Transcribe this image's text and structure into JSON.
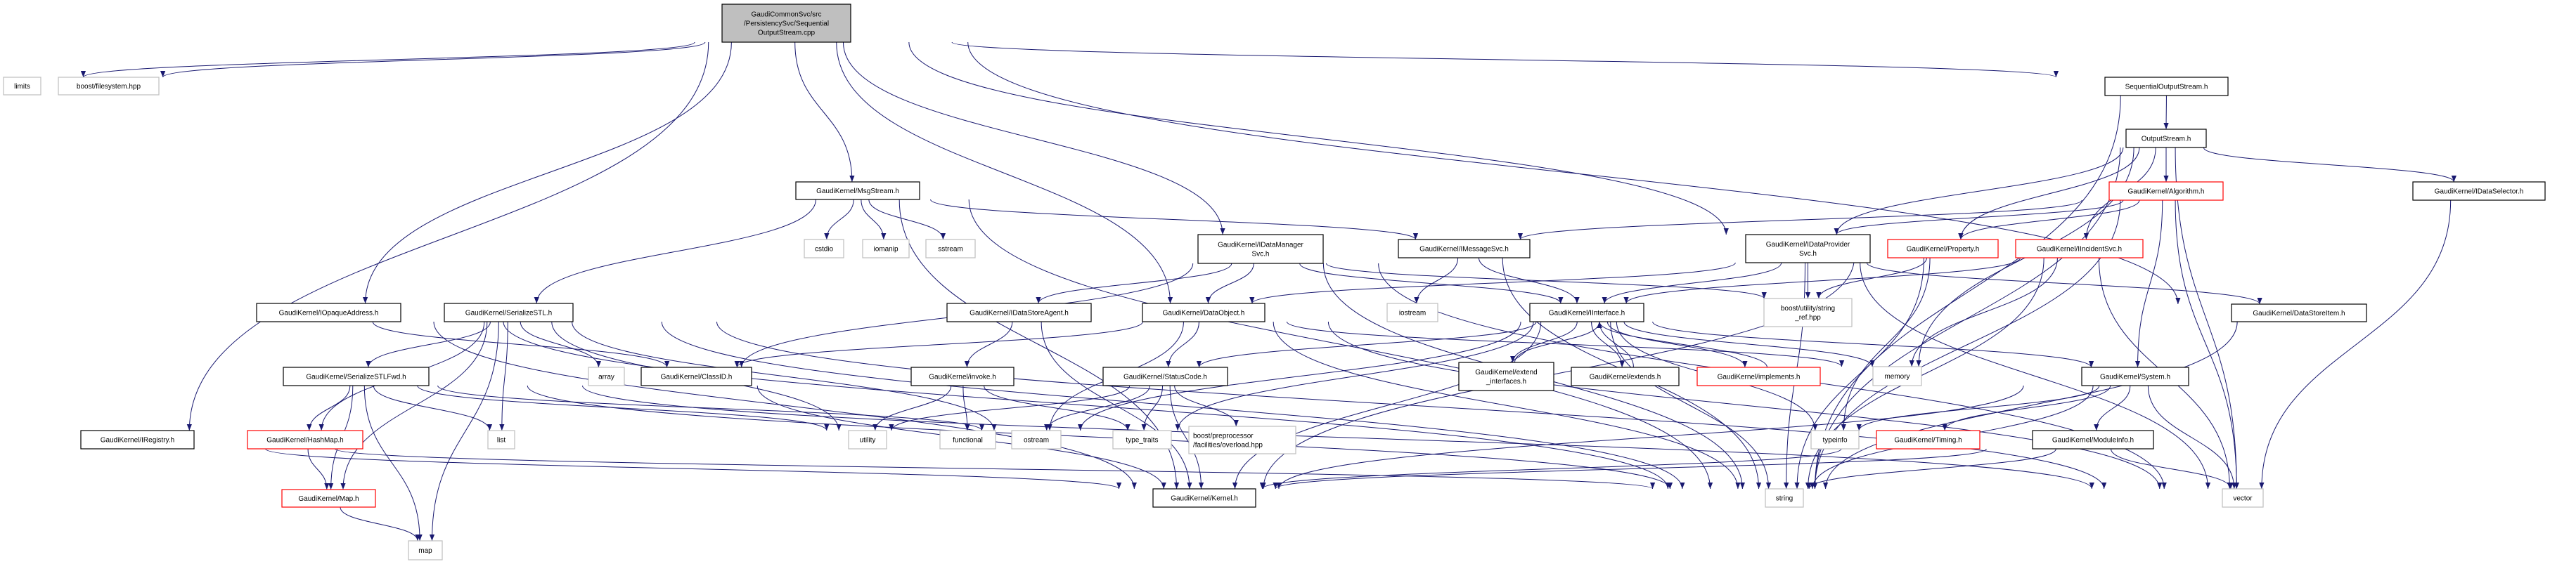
{
  "colors": {
    "edge": "#191970",
    "root_fill": "#bfbfbf",
    "documented_border": "#000000",
    "truncated_border": "#ff0000",
    "system_border": "#bfbfbf"
  },
  "nodes": [
    {
      "id": "root",
      "lines": [
        "GaudiCommonSvc/src",
        "/PersistencySvc/Sequential",
        "OutputStream.cpp"
      ],
      "style": "root"
    },
    {
      "id": "limits",
      "lines": [
        "limits"
      ],
      "style": "system"
    },
    {
      "id": "bfs",
      "lines": [
        "boost/filesystem.hpp"
      ],
      "style": "system"
    },
    {
      "id": "seqos",
      "lines": [
        "SequentialOutputStream.h"
      ],
      "style": "normal"
    },
    {
      "id": "os",
      "lines": [
        "OutputStream.h"
      ],
      "style": "normal"
    },
    {
      "id": "msgstream",
      "lines": [
        "GaudiKernel/MsgStream.h"
      ],
      "style": "normal"
    },
    {
      "id": "cstdio",
      "lines": [
        "cstdio"
      ],
      "style": "system"
    },
    {
      "id": "iomanip",
      "lines": [
        "iomanip"
      ],
      "style": "system"
    },
    {
      "id": "sstream",
      "lines": [
        "sstream"
      ],
      "style": "system"
    },
    {
      "id": "idms",
      "lines": [
        "GaudiKernel/IDataManager",
        "Svc.h"
      ],
      "style": "normal"
    },
    {
      "id": "imsg",
      "lines": [
        "GaudiKernel/IMessageSvc.h"
      ],
      "style": "normal"
    },
    {
      "id": "algorithm",
      "lines": [
        "GaudiKernel/Algorithm.h"
      ],
      "style": "red"
    },
    {
      "id": "idsel",
      "lines": [
        "GaudiKernel/IDataSelector.h"
      ],
      "style": "normal"
    },
    {
      "id": "idps",
      "lines": [
        "GaudiKernel/IDataProvider",
        "Svc.h"
      ],
      "style": "normal"
    },
    {
      "id": "property",
      "lines": [
        "GaudiKernel/Property.h"
      ],
      "style": "red"
    },
    {
      "id": "iincident",
      "lines": [
        "GaudiKernel/IIncidentSvc.h"
      ],
      "style": "red"
    },
    {
      "id": "iopaque",
      "lines": [
        "GaudiKernel/IOpaqueAddress.h"
      ],
      "style": "normal"
    },
    {
      "id": "sstl",
      "lines": [
        "GaudiKernel/SerializeSTL.h"
      ],
      "style": "normal"
    },
    {
      "id": "idsa",
      "lines": [
        "GaudiKernel/IDataStoreAgent.h"
      ],
      "style": "normal"
    },
    {
      "id": "dataobject",
      "lines": [
        "GaudiKernel/DataObject.h"
      ],
      "style": "normal"
    },
    {
      "id": "iostream",
      "lines": [
        "iostream"
      ],
      "style": "system"
    },
    {
      "id": "iinterface",
      "lines": [
        "GaudiKernel/IInterface.h"
      ],
      "style": "normal"
    },
    {
      "id": "stringref",
      "lines": [
        "boost/utility/string",
        "_ref.hpp"
      ],
      "style": "system"
    },
    {
      "id": "dsitem",
      "lines": [
        "GaudiKernel/DataStoreItem.h"
      ],
      "style": "normal"
    },
    {
      "id": "sstlfwd",
      "lines": [
        "GaudiKernel/SerializeSTLFwd.h"
      ],
      "style": "normal"
    },
    {
      "id": "array",
      "lines": [
        "array"
      ],
      "style": "system"
    },
    {
      "id": "classid",
      "lines": [
        "GaudiKernel/ClassID.h"
      ],
      "style": "normal"
    },
    {
      "id": "invoke",
      "lines": [
        "GaudiKernel/invoke.h"
      ],
      "style": "normal"
    },
    {
      "id": "statuscode",
      "lines": [
        "GaudiKernel/StatusCode.h"
      ],
      "style": "normal"
    },
    {
      "id": "extendif",
      "lines": [
        "GaudiKernel/extend",
        "_interfaces.h"
      ],
      "style": "normal"
    },
    {
      "id": "extends",
      "lines": [
        "GaudiKernel/extends.h"
      ],
      "style": "normal"
    },
    {
      "id": "implements",
      "lines": [
        "GaudiKernel/implements.h"
      ],
      "style": "red"
    },
    {
      "id": "memory",
      "lines": [
        "memory"
      ],
      "style": "system"
    },
    {
      "id": "system",
      "lines": [
        "GaudiKernel/System.h"
      ],
      "style": "normal"
    },
    {
      "id": "iregistry",
      "lines": [
        "GaudiKernel/IRegistry.h"
      ],
      "style": "normal"
    },
    {
      "id": "hashmap",
      "lines": [
        "GaudiKernel/HashMap.h"
      ],
      "style": "red"
    },
    {
      "id": "list",
      "lines": [
        "list"
      ],
      "style": "system"
    },
    {
      "id": "utility",
      "lines": [
        "utility"
      ],
      "style": "system"
    },
    {
      "id": "functional",
      "lines": [
        "functional"
      ],
      "style": "system"
    },
    {
      "id": "ostream",
      "lines": [
        "ostream"
      ],
      "style": "system"
    },
    {
      "id": "typetraits",
      "lines": [
        "type_traits"
      ],
      "style": "system"
    },
    {
      "id": "bpp",
      "lines": [
        "boost/preprocessor",
        "/facilities/overload.hpp"
      ],
      "style": "system"
    },
    {
      "id": "typeinfo",
      "lines": [
        "typeinfo"
      ],
      "style": "system"
    },
    {
      "id": "timing",
      "lines": [
        "GaudiKernel/Timing.h"
      ],
      "style": "red"
    },
    {
      "id": "moduleinfo",
      "lines": [
        "GaudiKernel/ModuleInfo.h"
      ],
      "style": "normal"
    },
    {
      "id": "mapg",
      "lines": [
        "GaudiKernel/Map.h"
      ],
      "style": "red"
    },
    {
      "id": "kernel",
      "lines": [
        "GaudiKernel/Kernel.h"
      ],
      "style": "normal"
    },
    {
      "id": "string",
      "lines": [
        "string"
      ],
      "style": "system"
    },
    {
      "id": "vector",
      "lines": [
        "vector"
      ],
      "style": "system"
    },
    {
      "id": "map",
      "lines": [
        "map"
      ],
      "style": "system"
    }
  ],
  "edges": [
    [
      "root",
      "limits"
    ],
    [
      "root",
      "bfs"
    ],
    [
      "root",
      "iregistry"
    ],
    [
      "root",
      "iopaque"
    ],
    [
      "root",
      "dataobject"
    ],
    [
      "root",
      "msgstream"
    ],
    [
      "root",
      "idms"
    ],
    [
      "root",
      "idps"
    ],
    [
      "root",
      "seqos"
    ],
    [
      "root",
      "dsitem"
    ],
    [
      "seqos",
      "os"
    ],
    [
      "seqos",
      "string"
    ],
    [
      "os",
      "algorithm"
    ],
    [
      "os",
      "property"
    ],
    [
      "os",
      "iincident"
    ],
    [
      "os",
      "idsel"
    ],
    [
      "os",
      "idps"
    ],
    [
      "os",
      "string"
    ],
    [
      "os",
      "vector"
    ],
    [
      "os",
      "memory"
    ],
    [
      "algorithm",
      "idps"
    ],
    [
      "algorithm",
      "imsg"
    ],
    [
      "algorithm",
      "property"
    ],
    [
      "algorithm",
      "system"
    ],
    [
      "algorithm",
      "string"
    ],
    [
      "algorithm",
      "vector"
    ],
    [
      "idsel",
      "vector"
    ],
    [
      "dsitem",
      "string"
    ],
    [
      "idps",
      "stringref"
    ],
    [
      "idps",
      "dataobject"
    ],
    [
      "idps",
      "iinterface"
    ],
    [
      "idps",
      "dsitem"
    ],
    [
      "idps",
      "string"
    ],
    [
      "idps",
      "vector"
    ],
    [
      "property",
      "stringref"
    ],
    [
      "property",
      "typeinfo"
    ],
    [
      "property",
      "string"
    ],
    [
      "property",
      "kernel"
    ],
    [
      "iincident",
      "iinterface"
    ],
    [
      "iincident",
      "memory"
    ],
    [
      "iincident",
      "string"
    ],
    [
      "iincident",
      "vector"
    ],
    [
      "system",
      "kernel"
    ],
    [
      "system",
      "moduleinfo"
    ],
    [
      "system",
      "timing"
    ],
    [
      "system",
      "typeinfo"
    ],
    [
      "system",
      "string"
    ],
    [
      "system",
      "vector"
    ],
    [
      "moduleinfo",
      "kernel"
    ],
    [
      "moduleinfo",
      "string"
    ],
    [
      "moduleinfo",
      "vector"
    ],
    [
      "timing",
      "kernel"
    ],
    [
      "msgstream",
      "sstl"
    ],
    [
      "msgstream",
      "imsg"
    ],
    [
      "msgstream",
      "cstdio"
    ],
    [
      "msgstream",
      "iomanip"
    ],
    [
      "msgstream",
      "sstream"
    ],
    [
      "msgstream",
      "string"
    ],
    [
      "msgstream",
      "kernel"
    ],
    [
      "idms",
      "idsa"
    ],
    [
      "idms",
      "dataobject"
    ],
    [
      "idms",
      "iinterface"
    ],
    [
      "idms",
      "classid"
    ],
    [
      "idms",
      "string"
    ],
    [
      "idms",
      "stringref"
    ],
    [
      "idms",
      "vector"
    ],
    [
      "imsg",
      "iinterface"
    ],
    [
      "imsg",
      "iostream"
    ],
    [
      "imsg",
      "string"
    ],
    [
      "dataobject",
      "classid"
    ],
    [
      "dataobject",
      "statuscode"
    ],
    [
      "dataobject",
      "ostream"
    ],
    [
      "dataobject",
      "string"
    ],
    [
      "dataobject",
      "memory"
    ],
    [
      "dataobject",
      "vector"
    ],
    [
      "idsa",
      "invoke"
    ],
    [
      "idsa",
      "kernel"
    ],
    [
      "invoke",
      "utility"
    ],
    [
      "invoke",
      "functional"
    ],
    [
      "invoke",
      "typetraits"
    ],
    [
      "statuscode",
      "bpp"
    ],
    [
      "statuscode",
      "ostream"
    ],
    [
      "statuscode",
      "typetraits"
    ],
    [
      "statuscode",
      "utility"
    ],
    [
      "statuscode",
      "kernel"
    ],
    [
      "iinterface",
      "kernel"
    ],
    [
      "iinterface",
      "statuscode"
    ],
    [
      "iinterface",
      "extendif"
    ],
    [
      "iinterface",
      "extends"
    ],
    [
      "iinterface",
      "implements"
    ],
    [
      "iinterface",
      "system"
    ],
    [
      "iinterface",
      "ostream"
    ],
    [
      "iinterface",
      "typetraits"
    ],
    [
      "iinterface",
      "typeinfo"
    ],
    [
      "iinterface",
      "memory"
    ],
    [
      "iinterface",
      "string"
    ],
    [
      "extendif",
      "iinterface"
    ],
    [
      "extends",
      "iinterface"
    ],
    [
      "implements",
      "iinterface"
    ],
    [
      "classid",
      "kernel"
    ],
    [
      "iopaque",
      "classid"
    ],
    [
      "iopaque",
      "kernel"
    ],
    [
      "iopaque",
      "string"
    ],
    [
      "iregistry",
      "kernel"
    ],
    [
      "iregistry",
      "string"
    ],
    [
      "sstl",
      "sstlfwd"
    ],
    [
      "sstl",
      "array"
    ],
    [
      "sstl",
      "list"
    ],
    [
      "sstl",
      "map"
    ],
    [
      "sstl",
      "hashmap"
    ],
    [
      "sstl",
      "mapg"
    ],
    [
      "sstl",
      "ostream"
    ],
    [
      "sstl",
      "utility"
    ],
    [
      "sstl",
      "vector"
    ],
    [
      "sstl",
      "string"
    ],
    [
      "sstlfwd",
      "hashmap"
    ],
    [
      "sstlfwd",
      "mapg"
    ],
    [
      "sstlfwd",
      "list"
    ],
    [
      "sstlfwd",
      "map"
    ],
    [
      "sstlfwd",
      "utility"
    ],
    [
      "sstlfwd",
      "ostream"
    ],
    [
      "sstlfwd",
      "string"
    ],
    [
      "sstlfwd",
      "vector"
    ],
    [
      "hashmap",
      "mapg"
    ],
    [
      "mapg",
      "map"
    ]
  ]
}
